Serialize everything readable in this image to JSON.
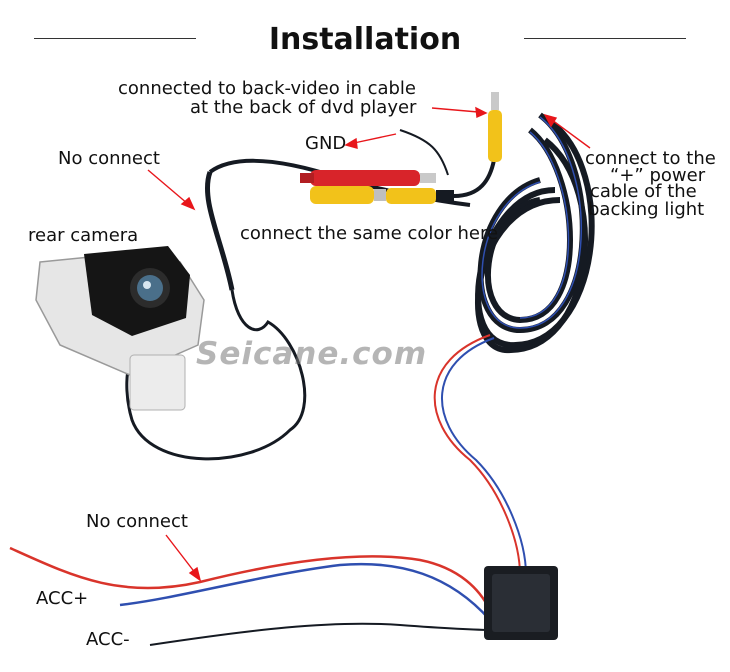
{
  "title": "Installation",
  "watermark": "Seicane.com",
  "labels": {
    "back_video_line1": "connected to back-video in cable",
    "back_video_line2": "at the back of dvd player",
    "gnd": "GND",
    "no_connect_top": "No connect",
    "power_line1": "connect to the",
    "power_line2": "“+” power",
    "power_line3": "cable of the",
    "power_line4": "backing light",
    "rear_camera": "rear camera",
    "same_color": "connect the same color here",
    "no_connect_bottom": "No connect",
    "acc_plus": "ACC+",
    "acc_minus": "ACC-"
  },
  "colors": {
    "arrow": "#e8161b",
    "cable": "#151a22",
    "rca_yellow": "#f2c21a",
    "rca_red": "#d8242a",
    "wire_red": "#d9342b",
    "wire_blue": "#2f4fb0"
  }
}
